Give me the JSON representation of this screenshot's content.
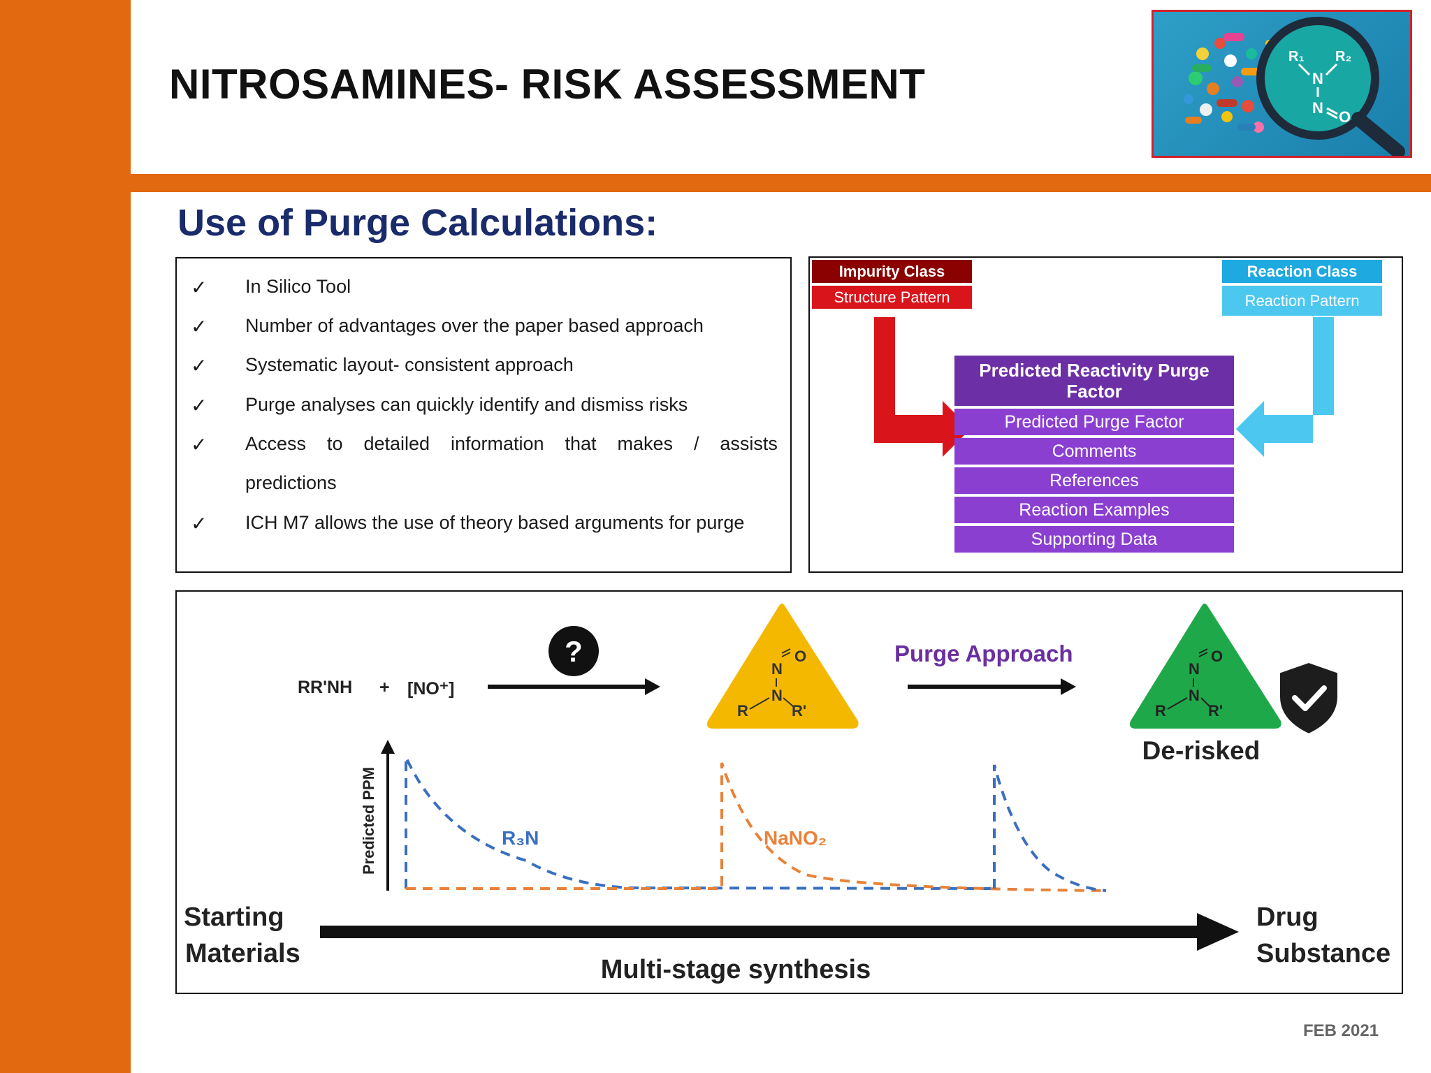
{
  "header": {
    "title": "NITROSAMINES- RISK ASSESSMENT",
    "logo_labels": [
      "R₁",
      "R₂",
      "N",
      "N",
      "O"
    ]
  },
  "section": {
    "title": "Use of Purge Calculations:"
  },
  "bullets": [
    {
      "text": "In Silico Tool"
    },
    {
      "text": "Number of advantages over the paper based approach"
    },
    {
      "text": "Systematic layout- consistent approach"
    },
    {
      "text": "Purge analyses can quickly identify and dismiss risks"
    },
    {
      "text_words": [
        "Access",
        "to",
        "detailed",
        "information",
        "that",
        "makes",
        "/",
        "assists"
      ],
      "continuation": "predictions"
    },
    {
      "text": "ICH M7 allows the use of theory based arguments for purge"
    }
  ],
  "check_symbol": "✓",
  "purge_diagram": {
    "impurity_class": "Impurity Class",
    "structure_pattern": "Structure Pattern",
    "reaction_class": "Reaction Class",
    "reaction_pattern": "Reaction Pattern",
    "center_title": "Predicted Reactivity Purge Factor",
    "center_rows": [
      "Predicted Purge Factor",
      "Comments",
      "References",
      "Reaction Examples",
      "Supporting Data"
    ],
    "colors": {
      "impurity": "#8b0000",
      "structure": "#d9141b",
      "reaction_class": "#1fa9e1",
      "reaction_pattern": "#4cc8f0",
      "center_title": "#6d2fa6",
      "center_rows": "#8a3fd1"
    }
  },
  "process": {
    "reactants": "RR'NH",
    "plus": "+",
    "reagent": "[NO⁺]",
    "question": "?",
    "purge_approach": "Purge Approach",
    "de_risked": "De-risked",
    "y_axis_label": "Predicted PPM",
    "r3n_label": "R₃N",
    "nano2_label": "NaNO₂",
    "start_line1": "Starting",
    "start_line2": "Materials",
    "end_line1": "Drug",
    "end_line2": "Substance",
    "x_label": "Multi-stage synthesis",
    "struct_labels": {
      "N": "N",
      "O": "O",
      "R": "R",
      "Rp": "R'"
    },
    "colors": {
      "yellow_triangle": "#f5b800",
      "green_triangle": "#1fa84a",
      "blue_dash": "#3a6fc0",
      "orange_dash": "#e8823a",
      "purge_text": "#6a2fa0"
    }
  },
  "footer": {
    "date": "FEB 2021"
  }
}
